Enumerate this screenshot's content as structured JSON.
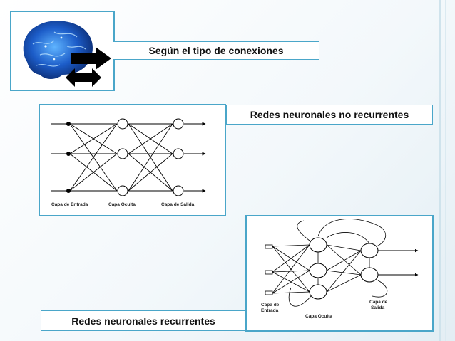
{
  "labels": {
    "connection_type": "Según el tipo de conexiones",
    "non_recurrent": "Redes neuronales no recurrentes",
    "recurrent": "Redes neuronales recurrentes"
  },
  "diagram_non_recurrent": {
    "input_layer": "Capa de Entrada",
    "hidden_layer": "Capa Oculta",
    "output_layer": "Capa de Salida"
  },
  "diagram_recurrent": {
    "input_layer_line1": "Capa de",
    "input_layer_line2": "Entrada",
    "hidden_layer": "Capa Oculta",
    "output_layer_line1": "Capa de",
    "output_layer_line2": "Salida"
  },
  "colors": {
    "accent_border": "#4aa6c9",
    "brain_blue": "#1c5cc8"
  },
  "icons": [
    "brain-icon",
    "right-arrow-icon",
    "double-arrow-icon"
  ]
}
